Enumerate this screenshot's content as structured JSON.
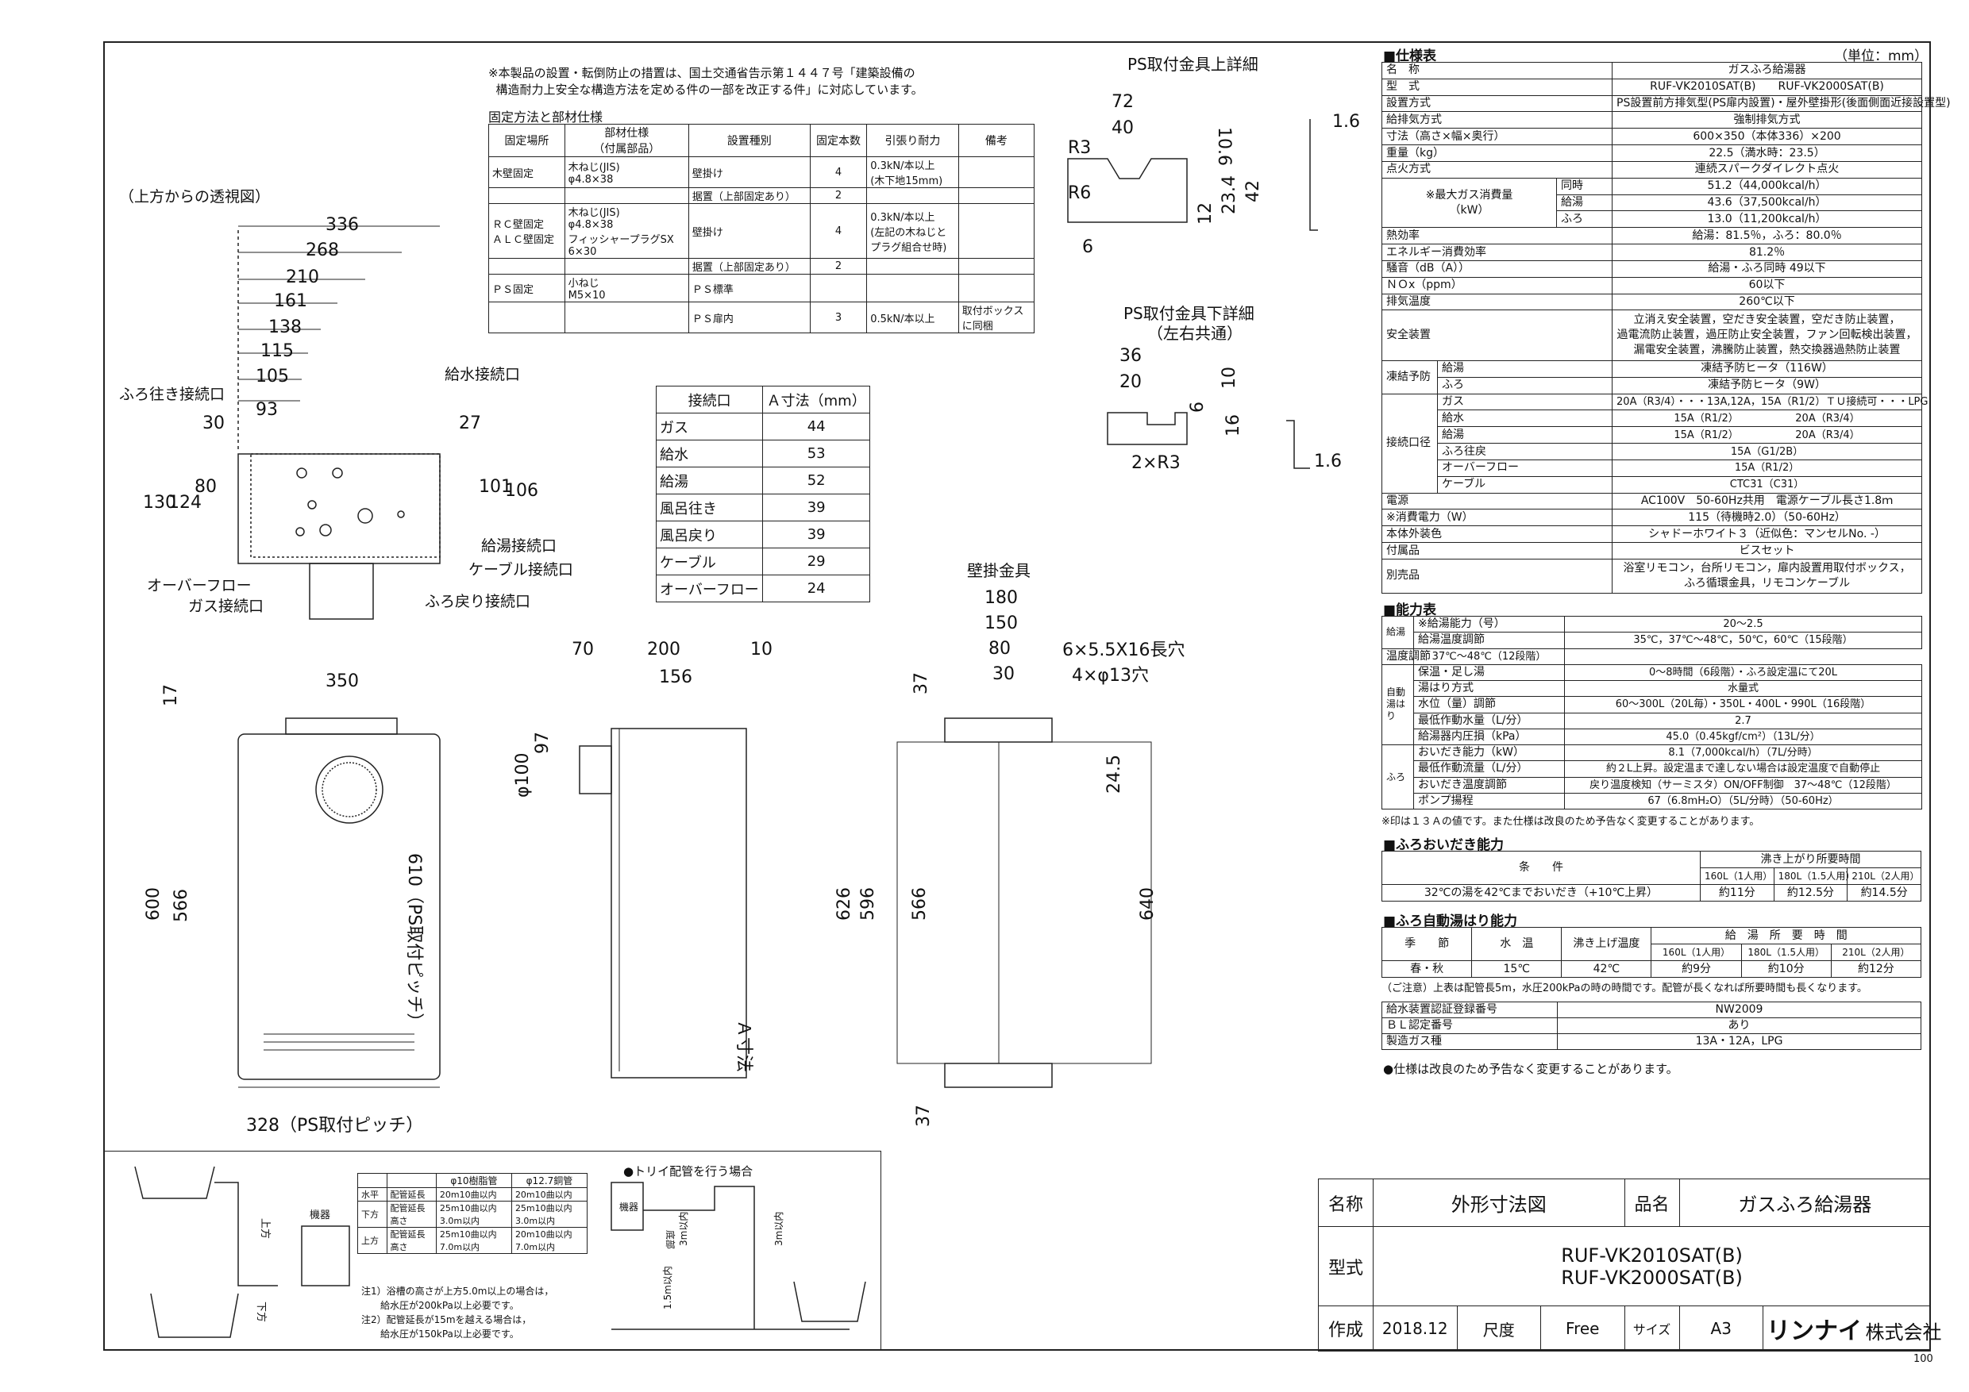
{
  "header": {
    "unit": "（単位：mm）",
    "spec_title": "■仕様表"
  },
  "notice": {
    "line1": "※本製品の設置・転倒防止の措置は、国土交通省告示第１４４７号「建築設備の",
    "line2": "構造耐力上安全な構造方法を定める件の一部を改正する件」に対応しています。"
  },
  "fixing": {
    "title": "固定方法と部材仕様",
    "headers": [
      "固定場所",
      "部材仕様\n（付属部品）",
      "設置種別",
      "固定本数",
      "引張り耐力",
      "備考"
    ],
    "rows": [
      [
        "木壁固定",
        "木ねじ(JIS)\nφ4.8×38",
        "壁掛け",
        "4",
        "0.3kN/本以上\n(木下地15mm)",
        ""
      ],
      [
        "",
        "",
        "据置（上部固定あり）",
        "2",
        "",
        ""
      ],
      [
        "ＲＣ壁固定\nＡＬＣ壁固定",
        "木ねじ(JIS)\nφ4.8×38\nフィッシャープラグSX\n6×30",
        "壁掛け",
        "4",
        "0.3kN/本以上\n(左記の木ねじと\nプラグ組合せ時)",
        ""
      ],
      [
        "",
        "",
        "据置（上部固定あり）",
        "2",
        "",
        ""
      ],
      [
        "ＰＳ固定",
        "小ねじ\nM5×10",
        "ＰＳ標準",
        "",
        "",
        ""
      ],
      [
        "",
        "",
        "ＰＳ扉内",
        "3",
        "0.5kN/本以上",
        "取付ボックス\nに同梱"
      ]
    ]
  },
  "connection_table": {
    "headers": [
      "接続口",
      "Ａ寸法（mm）"
    ],
    "rows": [
      [
        "ガス",
        "44"
      ],
      [
        "給水",
        "53"
      ],
      [
        "給湯",
        "52"
      ],
      [
        "風呂往き",
        "39"
      ],
      [
        "風呂戻り",
        "39"
      ],
      [
        "ケーブル",
        "29"
      ],
      [
        "オーバーフロー",
        "24"
      ]
    ]
  },
  "views": {
    "top_view_title": "（上方からの透視図）",
    "ps_upper_title": "PS取付金具上詳細",
    "ps_lower_title": "PS取付金具下詳細",
    "ps_lower_sub": "（左右共通）",
    "wall_bracket_title": "壁掛金具",
    "top_dims": [
      "336",
      "268",
      "210",
      "161",
      "138",
      "115",
      "105",
      "93",
      "30",
      "27",
      "130",
      "124",
      "80",
      "101",
      "106"
    ],
    "top_labels": [
      "ふろ往き接続口",
      "給水接続口",
      "給湯接続口",
      "ケーブル接続口",
      "オーバーフロー",
      "ガス接続口",
      "ふろ戻り接続口"
    ],
    "front_dims": [
      "350",
      "17",
      "600",
      "566",
      "610（PS取付ピッチ）",
      "328（PS取付ピッチ）"
    ],
    "side_dims": [
      "70",
      "200",
      "10",
      "156",
      "97",
      "φ100",
      "Ａ寸法"
    ],
    "wall_dims": [
      "180",
      "150",
      "80",
      "30",
      "37",
      "626",
      "596",
      "566",
      "24.5",
      "640",
      "37",
      "6×5.5X16長穴",
      "4×φ13穴"
    ],
    "ps_upper_dims": [
      "72",
      "40",
      "R3",
      "R6",
      "6",
      "10.6",
      "42",
      "23.4",
      "12",
      "1.6"
    ],
    "ps_lower_dims": [
      "36",
      "20",
      "10",
      "6",
      "16",
      "2×R3",
      "1.6"
    ]
  },
  "spec": {
    "rows": [
      [
        "名　称",
        "ガスふろ給湯器"
      ],
      [
        "型　式",
        "RUF-VK2010SAT(B)　　RUF-VK2000SAT(B)"
      ],
      [
        "設置方式",
        "PS設置前方排気型(PS扉内設置)・屋外壁掛形(後面側面近接設置型)"
      ],
      [
        "給排気方式",
        "強制排気方式"
      ],
      [
        "寸法（高さ×幅×奥行）",
        "600×350（本体336）×200"
      ],
      [
        "重量（kg）",
        "22.5（満水時：23.5）"
      ],
      [
        "点火方式",
        "連続スパークダイレクト点火"
      ]
    ],
    "gas_label": "※最大ガス消費量\n（kW）",
    "gas_rows": [
      [
        "同時",
        "51.2（44,000kcal/h）"
      ],
      [
        "給湯",
        "43.6（37,500kcal/h）"
      ],
      [
        "ふろ",
        "13.0（11,200kcal/h）"
      ]
    ],
    "rows2": [
      [
        "熱効率",
        "給湯：81.5％，ふろ：80.0％"
      ],
      [
        "エネルギー消費効率",
        "81.2％"
      ],
      [
        "騒音（dB（A））",
        "給湯・ふろ同時 49以下"
      ],
      [
        "ＮＯx（ppm）",
        "60以下"
      ],
      [
        "排気温度",
        "260℃以下"
      ]
    ],
    "safety_label": "安全装置",
    "safety": "立消え安全装置，空だき安全装置，空だき防止装置，\n過電流防止装置，過圧防止安全装置，ファン回転検出装置，\n漏電安全装置，沸騰防止装置，熱交換器過熱防止装置",
    "freeze_label": "凍結予防",
    "freeze": [
      [
        "給湯",
        "凍結予防ヒータ（116W）"
      ],
      [
        "ふろ",
        "凍結予防ヒータ（9W）"
      ]
    ],
    "conn_label": "接続口径",
    "conn": [
      [
        "ガス",
        "20A（R3/4）・・・13A,12A，15A（R1/2）ＴＵ接続可・・・LPG"
      ],
      [
        "給水",
        "15A（R1/2）　　　　　　20A（R3/4）"
      ],
      [
        "給湯",
        "15A（R1/2）　　　　　　20A（R3/4）"
      ],
      [
        "ふろ往戻",
        "15A（G1/2B）"
      ],
      [
        "オーバーフロー",
        "15A（R1/2）"
      ],
      [
        "ケーブル",
        "CTC31（C31）"
      ]
    ],
    "rows3": [
      [
        "電源",
        "AC100V　50-60Hz共用　電源ケーブル長さ1.8ｍ"
      ],
      [
        "※消費電力（W）",
        "115（待機時2.0）（50-60Hz）"
      ],
      [
        "本体外装色",
        "シャドーホワイト３（近似色：マンセルNo. -）"
      ],
      [
        "付属品",
        "ビスセット"
      ],
      [
        "別売品",
        "浴室リモコン，台所リモコン，扉内設置用取付ボックス，\nふろ循環金具，リモコンケーブル"
      ]
    ]
  },
  "capacity": {
    "title": "■能力表",
    "rows": [
      [
        "給湯",
        "※給湯能力（号）",
        "20～2.5"
      ],
      [
        "",
        "給湯温度調節",
        "35℃，37℃～48℃，50℃，60℃（15段階）"
      ],
      [
        "",
        "温度調節",
        "37℃～48℃（12段階）"
      ],
      [
        "自動湯はり",
        "保温・足し湯",
        "0～8時間（6段階）・ふろ設定温にて20L"
      ],
      [
        "",
        "湯はり方式",
        "水量式"
      ],
      [
        "",
        "水位（量）調節",
        "60～300L（20L毎）・350L・400L・990L（16段階）"
      ],
      [
        "",
        "最低作動水量（L/分）",
        "2.7"
      ],
      [
        "",
        "給湯器内圧損（kPa）",
        "45.0（0.45kgf/cm²）（13L/分）"
      ],
      [
        "ふろ",
        "おいだき能力（kW）",
        "8.1（7,000kcal/h）（7L/分時）"
      ],
      [
        "",
        "最低作動流量（L/分）",
        "約２L上昇。設定温まで達しない場合は設定温度で自動停止"
      ],
      [
        "",
        "おいだき温度調節",
        "戻り温度検知（サーミスタ）ON/OFF制御　37～48℃（12段階）"
      ],
      [
        "",
        "ポンプ揚程",
        "67（6.8mH₂O）（5L/分時）（50-60Hz）"
      ]
    ],
    "footnote": "※印は１３Ａの値です。また仕様は改良のため予告なく変更することがあります。"
  },
  "reheat": {
    "title": "■ふろおいだき能力",
    "cond_label": "条　　件",
    "time_label": "沸き上がり所要時間",
    "cols": [
      "160L（1人用）",
      "180L（1.5人用）",
      "210L（2人用）"
    ],
    "row": [
      "32℃の湯を42℃までおいだき（+10℃上昇）",
      "約11分",
      "約12.5分",
      "約14.5分"
    ]
  },
  "autofill": {
    "title": "■ふろ自動湯はり能力",
    "headers": [
      "季　　節",
      "水　温",
      "沸き上げ温度",
      "給　湯　所　要　時　間"
    ],
    "cols": [
      "160L（1人用）",
      "180L（1.5人用）",
      "210L（2人用）"
    ],
    "row": [
      "春・秋",
      "15℃",
      "42℃",
      "約9分",
      "約10分",
      "約12分"
    ],
    "note": "（ご注意）上表は配管長5m，水圧200kPaの時の時間です。配管が長くなれば所要時間も長くなります。"
  },
  "cert": {
    "rows": [
      [
        "給水装置認証登録番号",
        "NW2009"
      ],
      [
        "ＢＬ認定番号",
        "あり"
      ],
      [
        "製造ガス種",
        "13A・12A，LPG"
      ]
    ],
    "note": "●仕様は改良のため予告なく変更することがあります。"
  },
  "piping": {
    "headers": [
      "",
      "",
      "φ10樹脂管",
      "φ12.7銅管"
    ],
    "rows": [
      [
        "水平",
        "配管延長",
        "20m10曲以内",
        "20m10曲以内"
      ],
      [
        "下方",
        "配管延長\n高さ",
        "25m10曲以内\n3.0m以内",
        "25m10曲以内\n3.0m以内"
      ],
      [
        "上方",
        "配管延長\n高さ",
        "25m10曲以内\n7.0m以内",
        "20m10曲以内\n7.0m以内"
      ]
    ],
    "notes": [
      "注1）浴槽の高さが上方5.0m以上の場合は，",
      "　　給水圧が200kPa以上必要です。",
      "注2）配管延長が15mを越える場合は，",
      "　　給水圧が150kPa以上必要です。"
    ],
    "labels": [
      "上方",
      "下方",
      "機器"
    ],
    "trap_title": "●トリイ配管を行う場合",
    "trap_labels": [
      "機器",
      "底部",
      "3m以内",
      "3m以内",
      "1.5m以内"
    ]
  },
  "titleblock": {
    "name_label": "名称",
    "name": "外形寸法図",
    "product_label": "品名",
    "product": "ガスふろ給湯器",
    "model_label": "型式",
    "model1": "RUF-VK2010SAT(B)",
    "model2": "RUF-VK2000SAT(B)",
    "date_label": "作成",
    "date": "2018.12",
    "scale_label": "尺度",
    "scale": "Free",
    "size_label": "サイズ",
    "size": "A3",
    "company_logo": "リンナイ",
    "company_suffix": "株式会社"
  },
  "page_number": "100"
}
